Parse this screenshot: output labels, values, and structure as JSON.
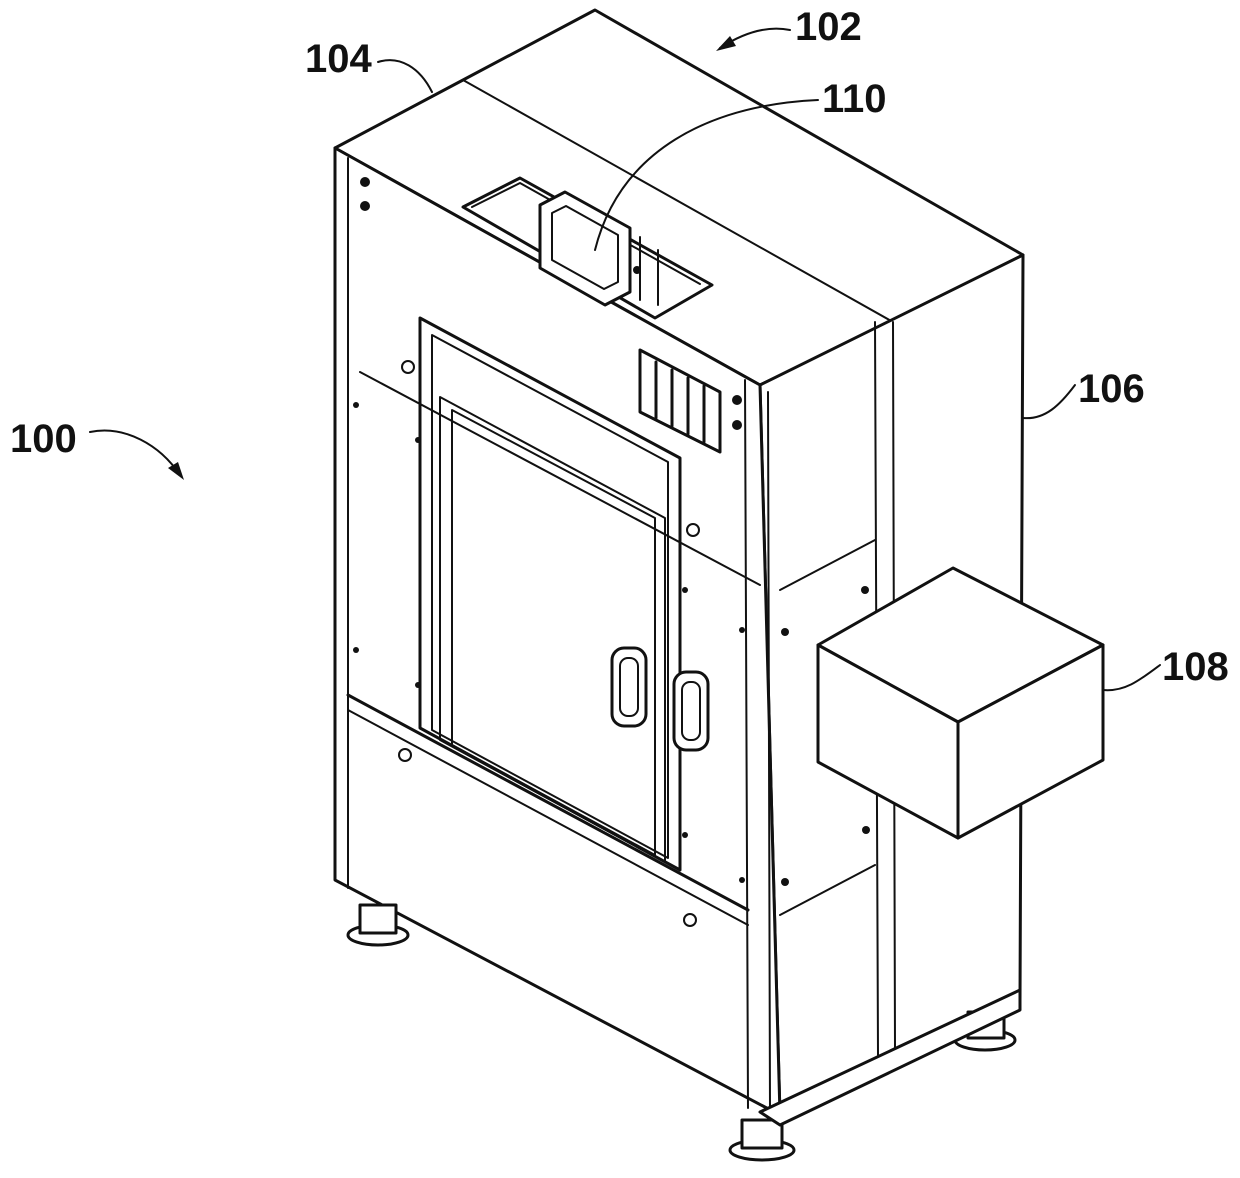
{
  "figure": {
    "reference_numerals": {
      "system": "100",
      "enclosure": "102",
      "front_panel": "104",
      "side_section": "106",
      "side_box": "108",
      "top_display": "110"
    }
  }
}
